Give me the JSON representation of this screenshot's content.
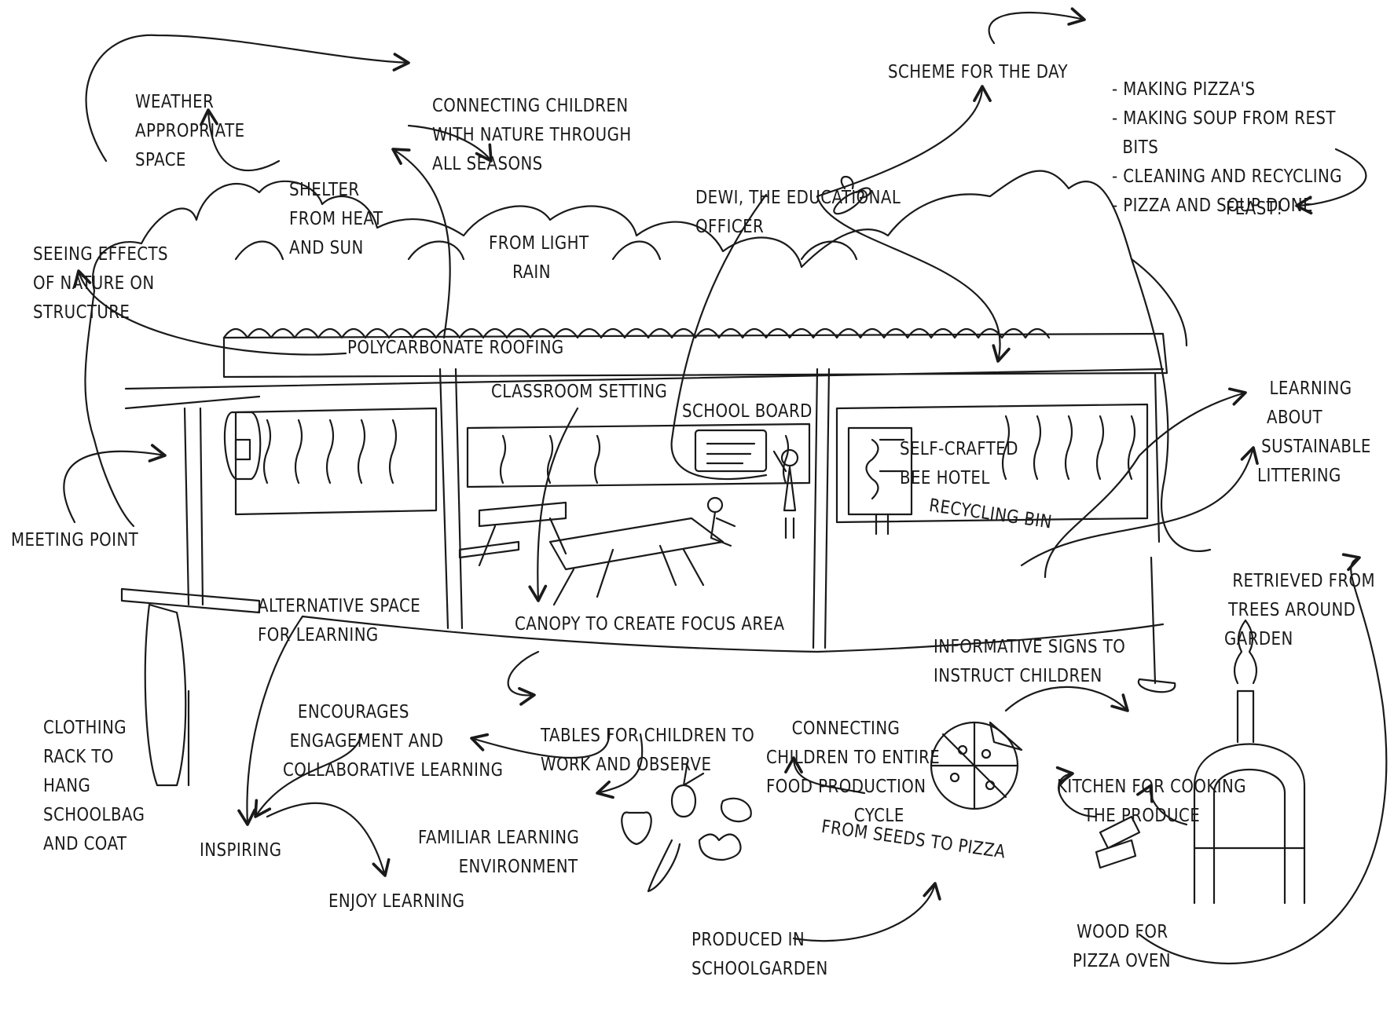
{
  "labels": {
    "weather": [
      "WEATHER",
      "APPROPRIATE",
      "SPACE"
    ],
    "connecting_nature": [
      "CONNECTING CHILDREN",
      "WITH NATURE THROUGH",
      "ALL SEASONS"
    ],
    "shelter": [
      "SHELTER",
      "FROM HEAT",
      "AND SUN"
    ],
    "light_rain": [
      "FROM LIGHT",
      "RAIN"
    ],
    "seeing_effects": [
      "SEEING EFFECTS",
      "OF NATURE ON",
      "STRUCTURE"
    ],
    "dewi": [
      "DEWI, THE EDUCATIONAL",
      "OFFICER"
    ],
    "scheme": "SCHEME FOR THE DAY",
    "scheme_items": [
      "- MAKING PIZZA'S",
      "- MAKING SOUP FROM REST",
      "  BITS",
      "- CLEANING AND RECYCLING",
      "- PIZZA AND SOUP DONE"
    ],
    "feast": "FEAST!",
    "polycarbonate": "POLYCARBONATE ROOFING",
    "classroom": "CLASSROOM SETTING",
    "school_board": "SCHOOL BOARD",
    "bee_hotel": [
      "SELF-CRAFTED",
      "BEE HOTEL"
    ],
    "learning_sustainable": [
      "LEARNING",
      "ABOUT",
      "SUSTAINABLE",
      "LITTERING"
    ],
    "recycling_bin": "RECYCLING BIN",
    "meeting_point": "MEETING POINT",
    "alternative_space": [
      "ALTERNATIVE SPACE",
      "FOR LEARNING"
    ],
    "retrieved": [
      "RETRIEVED FROM",
      "TREES AROUND",
      "GARDEN"
    ],
    "informative_signs": [
      "INFORMATIVE SIGNS TO",
      "INSTRUCT CHILDREN"
    ],
    "canopy": "CANOPY TO CREATE FOCUS AREA",
    "encourages": [
      "ENCOURAGES",
      "ENGAGEMENT AND",
      "COLLABORATIVE LEARNING"
    ],
    "tables": [
      "TABLES FOR CHILDREN TO",
      "WORK AND OBSERVE"
    ],
    "connecting_food": [
      "CONNECTING",
      "CHILDREN TO ENTIRE",
      "FOOD PRODUCTION",
      "CYCLE"
    ],
    "kitchen": [
      "KITCHEN FOR COOKING",
      "THE PRODUCE"
    ],
    "clothing_rack": [
      "CLOTHING",
      "RACK TO",
      "HANG",
      "SCHOOLBAG",
      "AND COAT"
    ],
    "familiar": [
      "FAMILIAR LEARNING",
      "ENVIRONMENT"
    ],
    "inspiring": "INSPIRING",
    "seeds_to_pizza": "FROM SEEDS TO PIZZA",
    "wood": [
      "WOOD FOR",
      "PIZZA OVEN"
    ],
    "produced": [
      "PRODUCED IN",
      "SCHOOLGARDEN"
    ],
    "enjoy": "ENJOY LEARNING"
  },
  "colors": {
    "ink": "#1a1a1a",
    "paper": "#ffffff"
  }
}
